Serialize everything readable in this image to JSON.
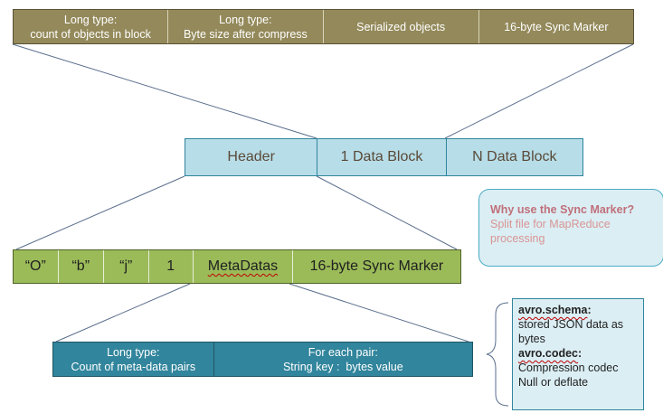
{
  "data_block_fields": [
    {
      "line1": "Long type:",
      "line2": "count of objects in block"
    },
    {
      "line1": "Long type:",
      "line2": "Byte size after compress"
    },
    {
      "line1": "Serialized objects",
      "line2": ""
    },
    {
      "line1": "16-byte Sync Marker",
      "line2": ""
    }
  ],
  "file_layout": [
    "Header",
    "1 Data Block",
    "N Data Block"
  ],
  "header_fields": [
    "“O”",
    "“b”",
    "“j”",
    "1",
    "MetaDatas",
    "16-byte Sync Marker"
  ],
  "metadata_fields": [
    {
      "line1": "Long type:",
      "line2": "Count of meta-data pairs"
    },
    {
      "line1": "For each pair:",
      "line2": "String key :  bytes value"
    }
  ],
  "sync_callout": {
    "question": "Why use the Sync Marker?",
    "answer_line1": "Split file for MapReduce",
    "answer_line2": "processing"
  },
  "avro_notes": {
    "schema_key": "avro.schema",
    "schema_desc_line1": "stored JSON data as",
    "schema_desc_line2": "bytes",
    "codec_key": "avro.codec",
    "codec_desc_line1": "Compression codec",
    "codec_desc_line2": "Null or deflate"
  },
  "colors": {
    "data_block": "#93895a",
    "file_layout": "#b7dde8",
    "header": "#9bbb59",
    "metadata": "#31859c",
    "connector": "#5a6e8c"
  }
}
